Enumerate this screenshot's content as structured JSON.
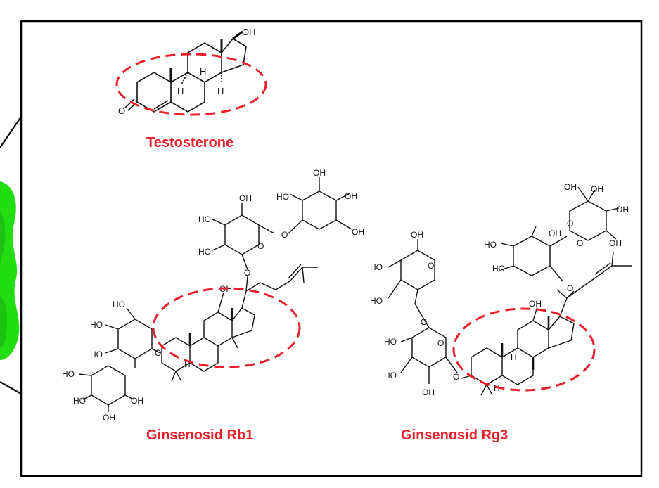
{
  "colors": {
    "highlight": "#e8202a",
    "frame": "#000000",
    "protein": "#22dd11",
    "bond": "#111111"
  },
  "compounds": [
    {
      "name": "Testosterone",
      "labels": {
        "oh": "OH",
        "h1": "H",
        "h2": "H",
        "h3": "H",
        "o": "O"
      }
    },
    {
      "name": "Ginsenosid Rb1",
      "labels": {
        "oh": "OH",
        "ho": "HO",
        "h": "H",
        "o": "O"
      }
    },
    {
      "name": "Ginsenosid Rg3",
      "labels": {
        "oh": "OH",
        "ho": "HO",
        "h": "H",
        "o": "O"
      }
    }
  ]
}
